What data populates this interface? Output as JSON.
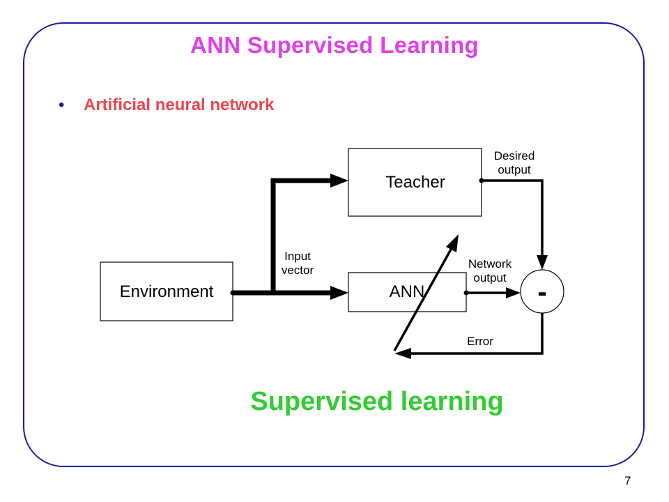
{
  "slide": {
    "title": "ANN Supervised Learning",
    "bullet": "Artificial neural network",
    "subtitle": "Supervised learning",
    "page_number": "7"
  },
  "diagram": {
    "environment_label": "Environment",
    "teacher_label": "Teacher",
    "ann_label": "ANN",
    "sum_symbol": "-",
    "input_vector_line1": "Input",
    "input_vector_line2": "vector",
    "desired_output_line1": "Desired",
    "desired_output_line2": "output",
    "network_output_line1": "Network",
    "network_output_line2": "output",
    "error_label": "Error"
  },
  "colors": {
    "title": "#e040e8",
    "bullet": "#f0444c",
    "subtitle": "#33cc33",
    "frame": "#1a1aa0"
  }
}
